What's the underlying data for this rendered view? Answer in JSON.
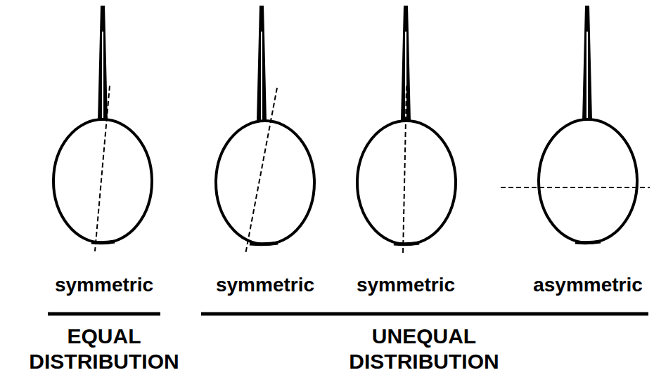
{
  "diagram": {
    "labels": [
      "symmetric",
      "symmetric",
      "symmetric",
      "asymmetric",
      "EQUAL DISTRIBUTION",
      "UNEQUAL DISTRIBUTION"
    ]
  }
}
